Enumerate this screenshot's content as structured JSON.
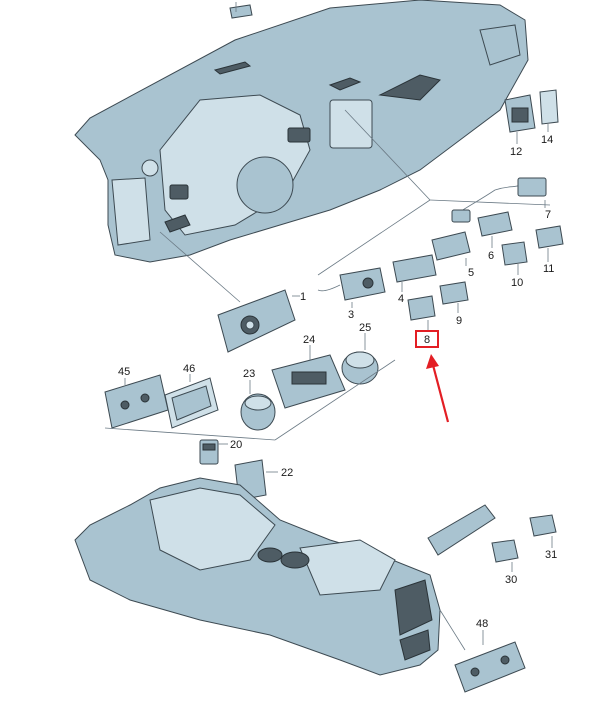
{
  "diagram": {
    "accent_color": "#e31e24",
    "line_color": "#6b7a85",
    "part_color": "#a9c3d0",
    "callouts": {
      "c1": "1",
      "c3": "3",
      "c4": "4",
      "c5": "5",
      "c6": "6",
      "c7": "7",
      "c8": "8",
      "c9": "9",
      "c10": "10",
      "c11": "11",
      "c12": "12",
      "c14": "14",
      "c20": "20",
      "c22": "22",
      "c23": "23",
      "c24": "24",
      "c25": "25",
      "c30": "30",
      "c31": "31",
      "c45": "45",
      "c46": "46",
      "c48": "48"
    },
    "highlighted_callout": "8"
  }
}
